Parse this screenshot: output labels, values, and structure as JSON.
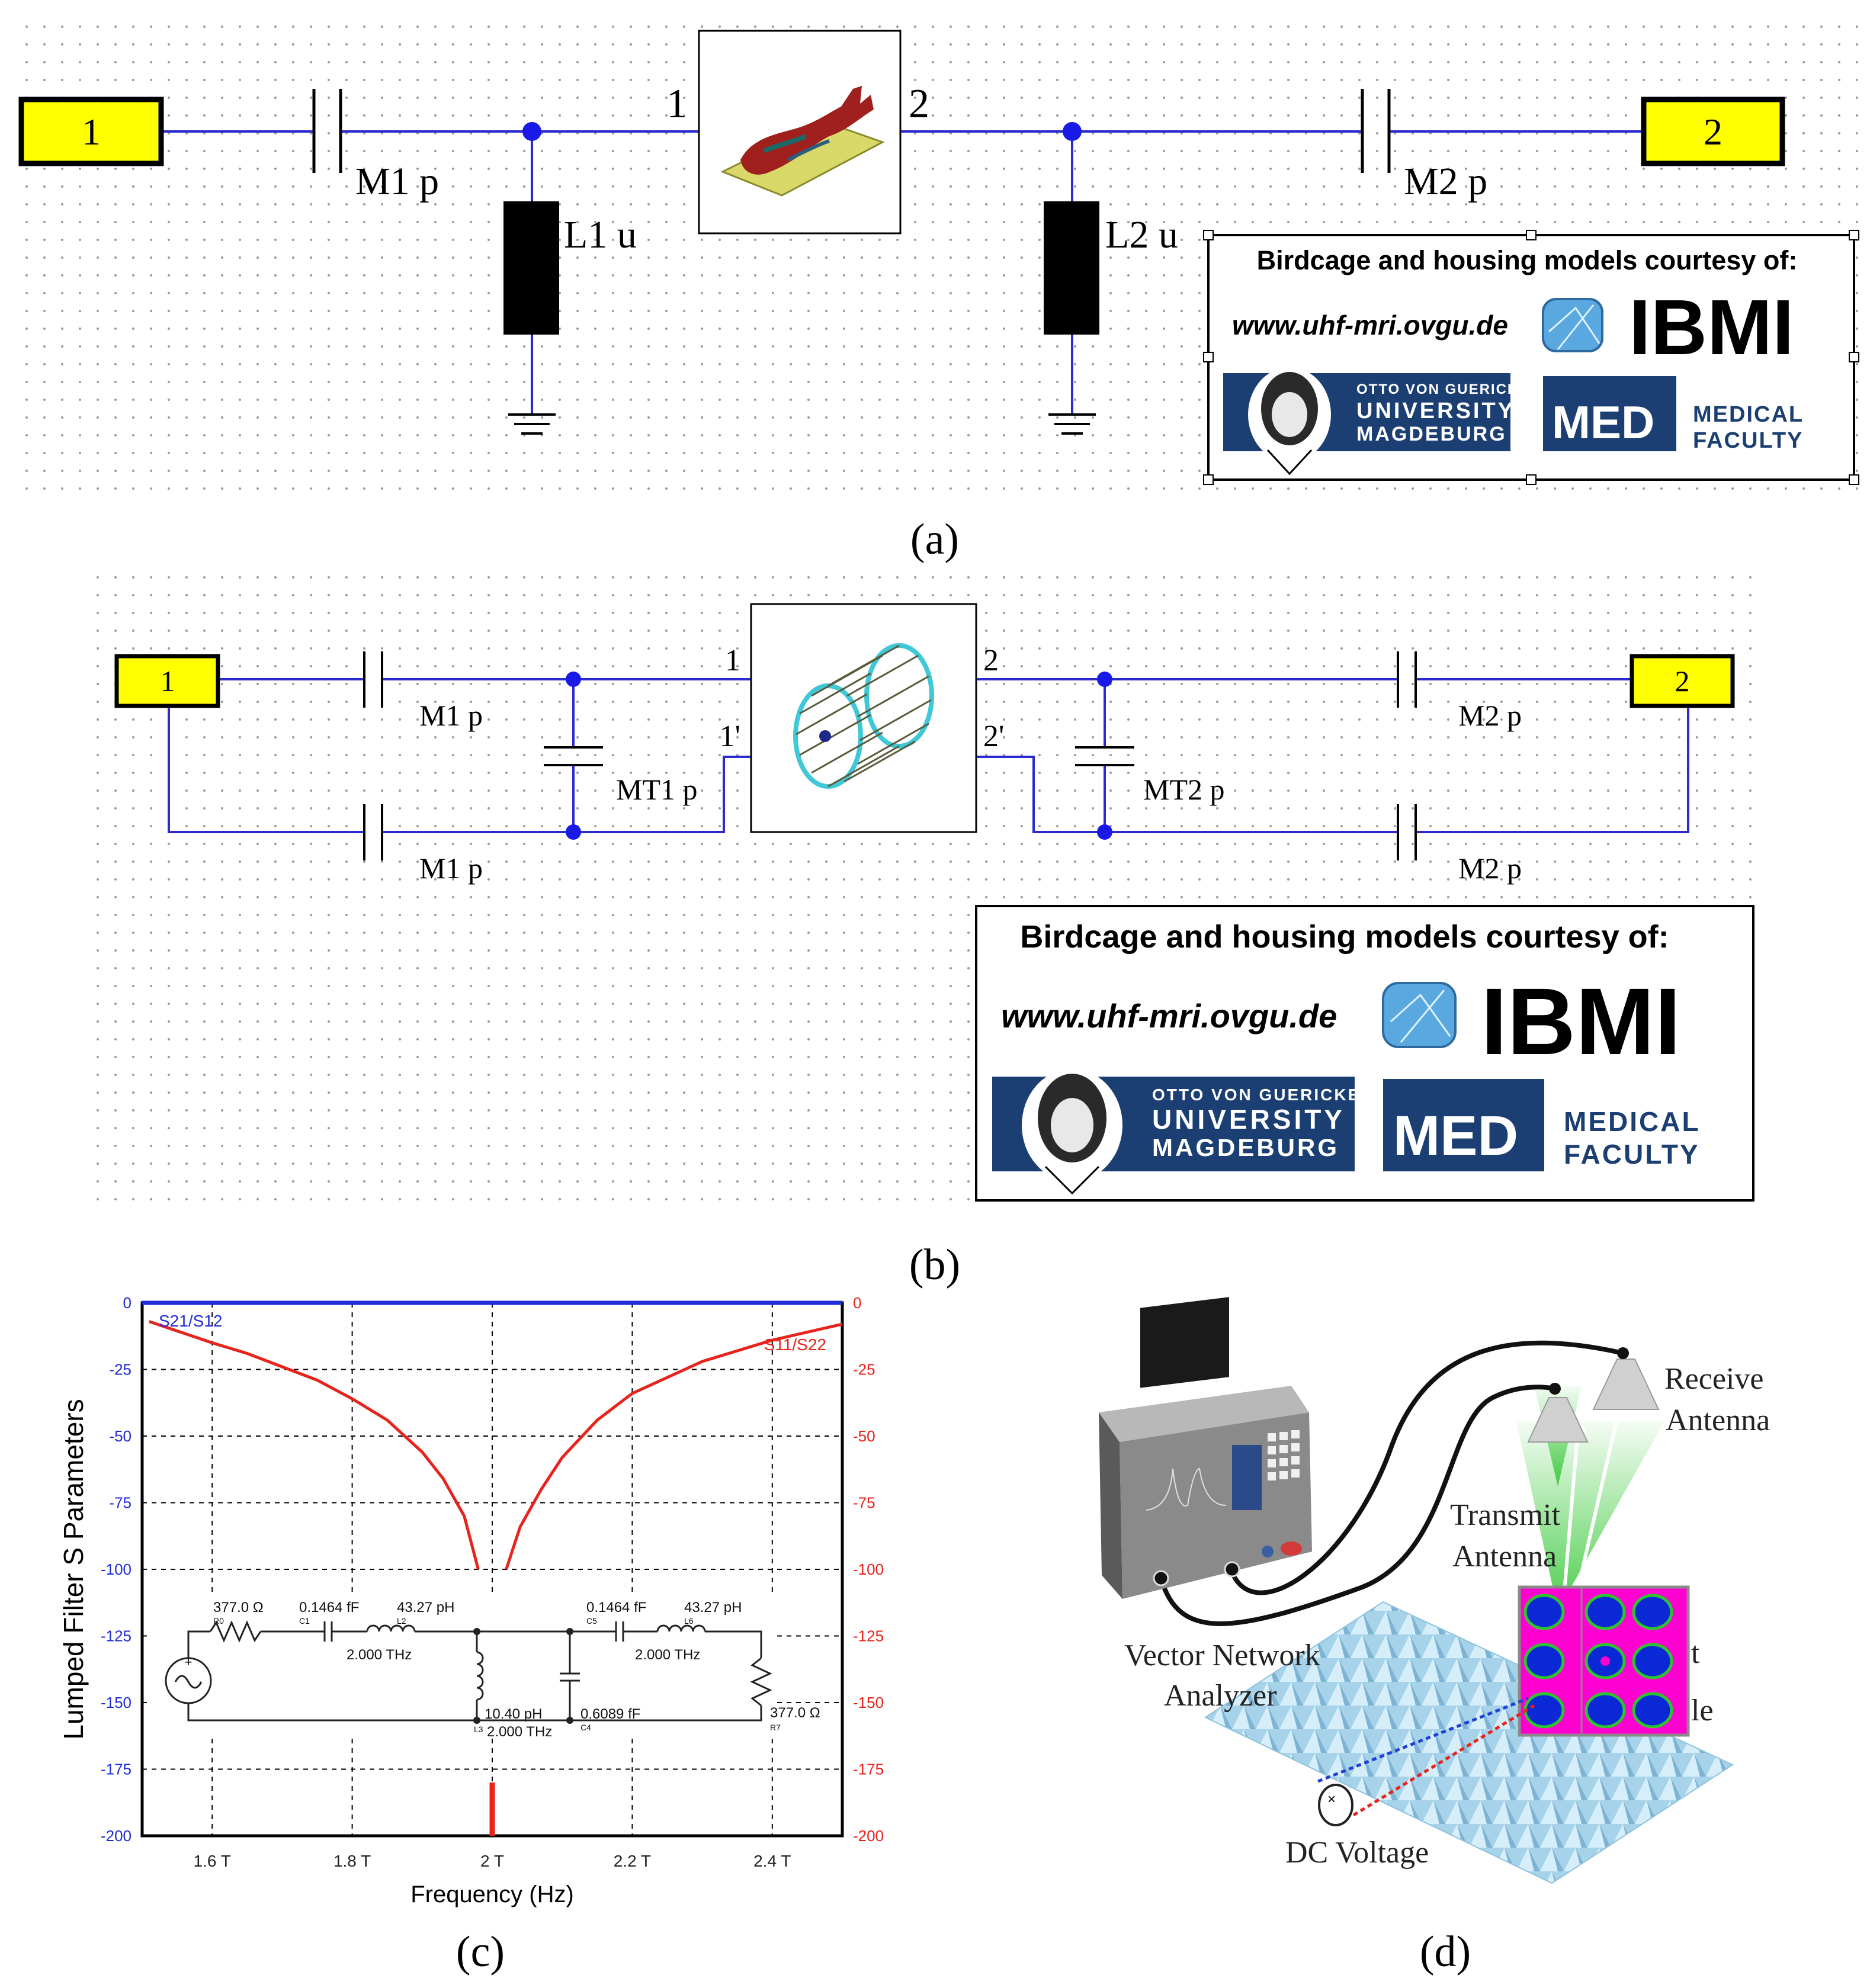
{
  "panel_a": {
    "caption": "(a)",
    "port1": "1",
    "port2": "2",
    "node_in": "1",
    "node_out": "2",
    "cap1": "M1 p",
    "cap2": "M2 p",
    "ind1": "L1 u",
    "ind2": "L2 u",
    "logo": {
      "courtesy": "Birdcage and housing models courtesy of:",
      "url": "www.uhf-mri.ovgu.de",
      "ibmi": "IBMI",
      "otto": "OTTO VON GUERICKE",
      "university": "UNIVERSITY",
      "magdeburg": "MAGDEBURG",
      "med": "MED",
      "medical": "MEDICAL",
      "faculty": "FACULTY"
    }
  },
  "panel_b": {
    "caption": "(b)",
    "port1": "1",
    "port2": "2",
    "node_1": "1",
    "node_1p": "1'",
    "node_2": "2",
    "node_2p": "2'",
    "cap_m1_top": "M1 p",
    "cap_m1_bot": "M1 p",
    "cap_m2_top": "M2 p",
    "cap_m2_bot": "M2 p",
    "cap_mt1": "MT1 p",
    "cap_mt2": "MT2 p",
    "logo": {
      "courtesy": "Birdcage and housing models courtesy of:",
      "url": "www.uhf-mri.ovgu.de",
      "ibmi": "IBMI",
      "otto": "OTTO VON GUERICKE",
      "university": "UNIVERSITY",
      "magdeburg": "MAGDEBURG",
      "med": "MED",
      "medical": "MEDICAL",
      "faculty": "FACULTY"
    }
  },
  "panel_c": {
    "caption": "(c)",
    "inset": {
      "r_in": "377.0 Ω",
      "r_in_ref": "R0",
      "c1": "0.1464 fF",
      "c1_ref": "C1",
      "l2": "43.27 pH",
      "l2_ref": "L2",
      "f1": "2.000 THz",
      "c5": "0.1464 fF",
      "c5_ref": "C5",
      "l6": "43.27 pH",
      "l6_ref": "L6",
      "f2": "2.000 THz",
      "l3": "10.40 pH",
      "l3_ref": "L3",
      "f3": "2.000 THz",
      "c4": "0.6089 fF",
      "c4_ref": "C4",
      "r_out": "377.0 Ω",
      "r_out_ref": "R7"
    }
  },
  "chart_data": {
    "type": "line",
    "title": "",
    "xlabel": "Frequency (Hz)",
    "ylabel": "Lumped Filter S Parameters",
    "xlim": [
      1.5,
      2.5
    ],
    "ylim": [
      -200,
      0
    ],
    "x_ticks": [
      1.6,
      1.8,
      2.0,
      2.2,
      2.4
    ],
    "x_tick_labels": [
      "1.6 T",
      "1.8 T",
      "2 T",
      "2.2 T",
      "2.4 T"
    ],
    "y_ticks": [
      0,
      -25,
      -50,
      -75,
      -100,
      -125,
      -150,
      -175,
      -200
    ],
    "y_tick_labels": [
      "0",
      "-25",
      "-50",
      "-75",
      "-100",
      "-125",
      "-150",
      "-175",
      "-200"
    ],
    "grid": true,
    "series": [
      {
        "name": "S21/S12",
        "color": "#1f2bd6",
        "x": [
          1.5,
          1.6,
          1.8,
          2.0,
          2.2,
          2.4,
          2.5
        ],
        "y": [
          0,
          0,
          0,
          0,
          0,
          0,
          0
        ]
      },
      {
        "name": "S11/S22",
        "color": "#e8231c",
        "x": [
          1.51,
          1.6,
          1.65,
          1.7,
          1.75,
          1.8,
          1.85,
          1.9,
          1.93,
          1.96,
          1.98,
          2.02,
          2.04,
          2.07,
          2.1,
          2.15,
          2.2,
          2.25,
          2.3,
          2.35,
          2.4,
          2.45,
          2.5
        ],
        "y": [
          -7,
          -15,
          -19,
          -24,
          -29,
          -36,
          -44,
          -56,
          -66,
          -80,
          -100,
          -100,
          -84,
          -70,
          -58,
          -44,
          -34,
          -28,
          -22,
          -18,
          -14,
          -11,
          -8
        ]
      }
    ],
    "marker_line": {
      "x": 2.0,
      "from": -180,
      "to": -200,
      "color": "#e8231c"
    }
  },
  "panel_d": {
    "caption": "(d)",
    "vna_label_1": "Vector Network",
    "vna_label_2": "Analyzer",
    "tx_label_1": "Transmit",
    "tx_label_2": "Antenna",
    "rx_label_1": "Receive",
    "rx_label_2": "Antenna",
    "dc_label": "DC Voltage",
    "partial_1": "t",
    "partial_2": "le",
    "dc_symbol": "×"
  },
  "colors": {
    "wire": "#2a2ad0",
    "port_fill": "#ffff00",
    "node": "#1a1ae6",
    "med_blue": "#1b3f72",
    "s21": "#1f2bd6",
    "s11": "#e8231c",
    "metasurface": "#ff00d0",
    "cell": "#0a28d6",
    "beam": "#2fc42f",
    "pyramids": "#9ecde6"
  }
}
